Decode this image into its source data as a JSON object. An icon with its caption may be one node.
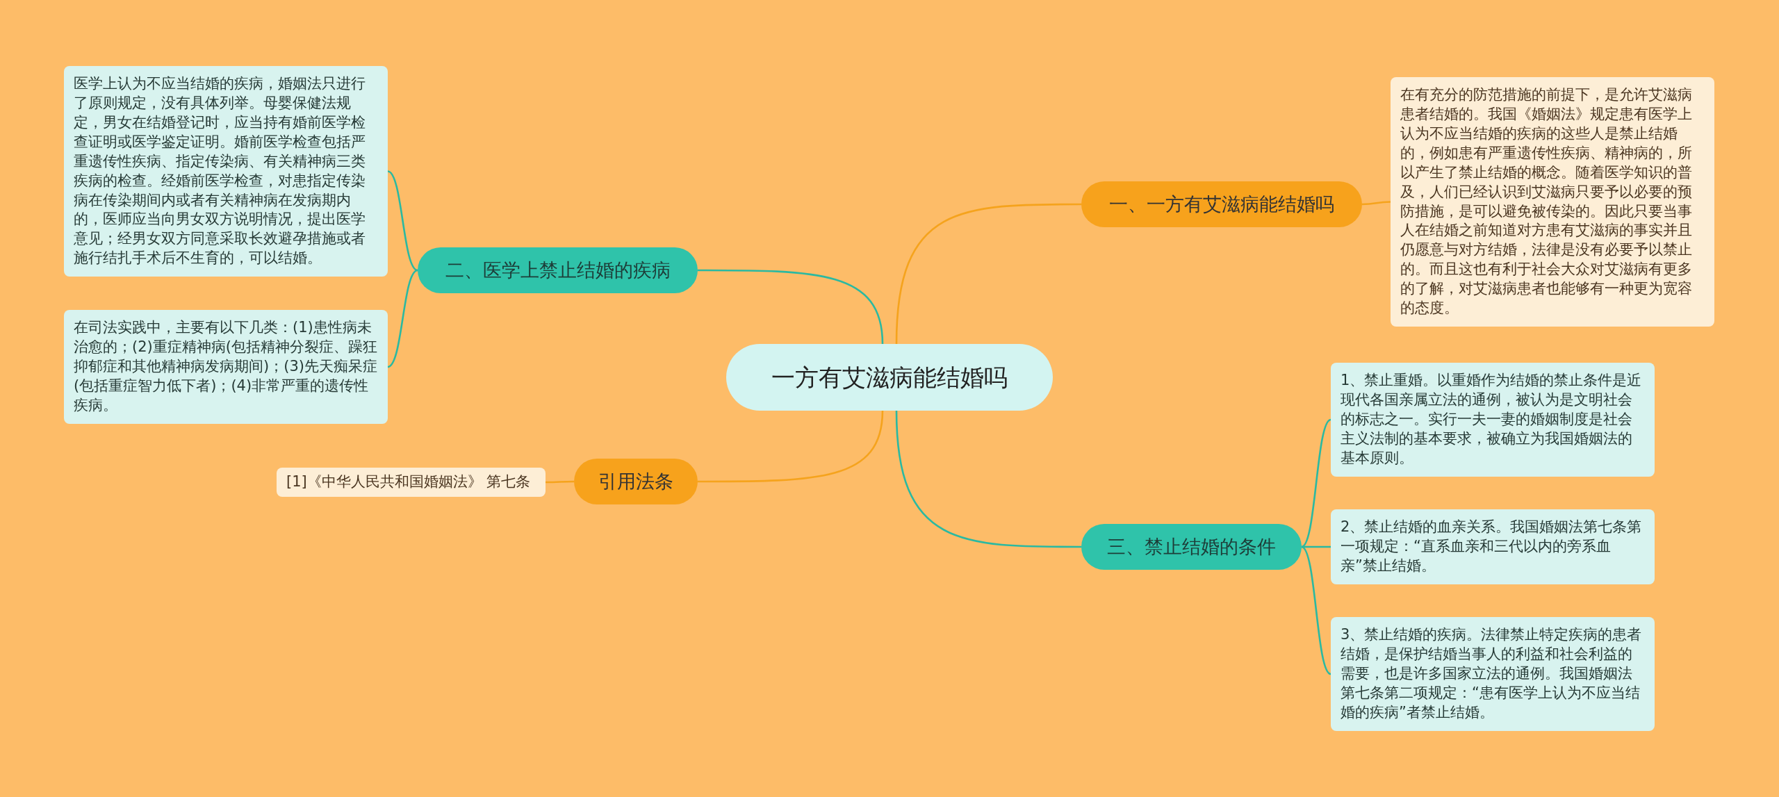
{
  "diagram": {
    "nodes": [
      {
        "text": [
          "一方有艾滋病能结婚吗"
        ]
      },
      {
        "text": [
          "一、一方有艾滋病能结婚吗"
        ]
      },
      {
        "text": [
          "在有充分的防范措施的前提下，是允许艾滋病患者结婚的。我国《婚姻法》规定患有医学上认为不应当结婚的疾病的这些人是禁止结婚的，例如患有严重遗传性疾病、精神病的，所以产生了禁止结婚的概念。随着医学知识的普及，人们已经认识到艾滋病只要予以必要的预防措施，是可以避免被传染的。因此只要当事人在结婚之前知道对方患有艾滋病的事实并且仍愿意与对方结婚，法律是没有必要予以禁止的。而且这也有利于社会大众对艾滋病有更多的了解，对艾滋病患者也能够有一种更为宽容的态度。"
        ]
      },
      {
        "text": [
          "二、医学上禁止结婚的疾病"
        ]
      },
      {
        "text": [
          "医学上认为不应当结婚的疾病，婚姻法只进行了原则规定，没有具体列举。母婴保健法规定，男女在结婚登记时，应当持有婚前医学检查证明或医学鉴定证明。婚前医学检查包括严重遗传性疾病、指定传染病、有关精神病三类疾病的检查。经婚前医学检查，对患指定传染病在传染期间内或者有关精神病在发病期内的，医师应当向男女双方说明情况，提出医学意见；经男女双方同意采取长效避孕措施或者施行结扎手术后不生育的，可以结婚。"
        ]
      },
      {
        "text": [
          "在司法实践中，主要有以下几类：(1)患性病未治愈的；(2)重症精神病(包括精神分裂症、躁狂抑郁症和其他精神病发病期间)；(3)先天痴呆症(包括重症智力低下者)；(4)非常严重的遗传性疾病。"
        ]
      },
      {
        "text": [
          "引用法条"
        ]
      },
      {
        "text": [
          "[1]《中华人民共和国婚姻法》 第七条"
        ]
      },
      {
        "text": [
          "三、禁止结婚的条件"
        ]
      },
      {
        "text": [
          "1、禁止重婚。以重婚作为结婚的禁止条件是近现代各国亲属立法的通例，被认为是文明社会的标志之一。实行一夫一妻的婚姻制度是社会主义法制的基本要求，被确立为我国婚姻法的基本原则。"
        ]
      },
      {
        "text": [
          "2、禁止结婚的血亲关系。我国婚姻法第七条第一项规定：“直系血亲和三代以内的旁系血亲”禁止结婚。"
        ]
      },
      {
        "text": [
          "3、禁止结婚的疾病。法律禁止特定疾病的患者结婚，是保护结婚当事人的利益和社会利益的需要，也是许多国家立法的通例。我国婚姻法第七条第二项规定：“患有医学上认为不应当结婚的疾病”者禁止结婚。"
        ]
      }
    ],
    "edges": [
      {
        "from": 0,
        "to": 1,
        "arrow": "none",
        "color": "#f5a31d"
      },
      {
        "from": 1,
        "to": 2,
        "arrow": "none",
        "color": "#f5a31d"
      },
      {
        "from": 0,
        "to": 3,
        "arrow": "none"
      },
      {
        "from": 3,
        "to": 4,
        "arrow": "none"
      },
      {
        "from": 3,
        "to": 5,
        "arrow": "none"
      },
      {
        "from": 0,
        "to": 6,
        "arrow": "none",
        "color": "#f5a31d"
      },
      {
        "from": 6,
        "to": 7,
        "arrow": "none",
        "color": "#f5a31d"
      },
      {
        "from": 0,
        "to": 8,
        "arrow": "none"
      },
      {
        "from": 8,
        "to": 9,
        "arrow": "none"
      },
      {
        "from": 8,
        "to": 10,
        "arrow": "none"
      },
      {
        "from": 8,
        "to": 11,
        "arrow": "none"
      }
    ]
  }
}
